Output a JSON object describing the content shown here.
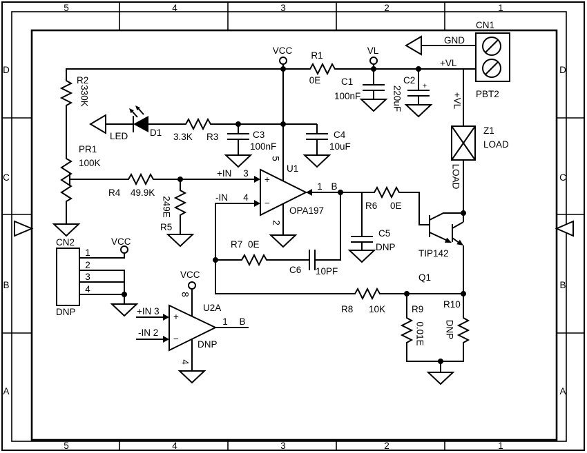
{
  "frame": {
    "columns": [
      "5",
      "4",
      "3",
      "2",
      "1"
    ],
    "rows": [
      "D",
      "C",
      "B",
      "A"
    ]
  },
  "nets": {
    "vcc": "VCC",
    "vl": "VL",
    "gnd": "GND",
    "plus_vl": "+VL",
    "b": "B",
    "led": "LED",
    "load": "LOAD",
    "plus_in": "+IN",
    "minus_in": "-IN",
    "plus_in3": "+IN 3",
    "minus_in2": "-IN 2"
  },
  "sym": {
    "plus": "+",
    "minus": "−"
  },
  "components": {
    "r1": {
      "ref": "R1",
      "value": "0E"
    },
    "r2": {
      "ref": "R2",
      "value": "330K"
    },
    "r3": {
      "ref": "R3",
      "value": "3.3K"
    },
    "r4": {
      "ref": "R4",
      "value": "49.9K"
    },
    "r5": {
      "ref": "R5",
      "value": "249E"
    },
    "r6": {
      "ref": "R6",
      "value": "0E"
    },
    "r7": {
      "ref": "R7",
      "value": "0E"
    },
    "r8": {
      "ref": "R8",
      "value": "10K"
    },
    "r9": {
      "ref": "R9",
      "value": "0.01E"
    },
    "r10": {
      "ref": "R10",
      "value": "DNP"
    },
    "pr1": {
      "ref": "PR1",
      "value": "100K"
    },
    "c1": {
      "ref": "C1",
      "value": "100nF"
    },
    "c2": {
      "ref": "C2",
      "value": "220uF",
      "polarity": "+"
    },
    "c3": {
      "ref": "C3",
      "value": "100nF"
    },
    "c4": {
      "ref": "C4",
      "value": "10uF"
    },
    "c5": {
      "ref": "C5",
      "value": "DNP"
    },
    "c6": {
      "ref": "C6",
      "value": "10PF"
    },
    "d1": {
      "ref": "D1"
    },
    "z1": {
      "ref": "Z1",
      "value": "LOAD"
    },
    "q1": {
      "ref": "Q1",
      "device": "TIP142"
    },
    "u1": {
      "ref": "U1",
      "device": "OPA197",
      "pin_out": "1",
      "pin_gnd": "2",
      "pin_pos": "3",
      "pin_neg": "4",
      "pin_vcc": "5"
    },
    "u2a": {
      "ref": "U2A",
      "note": "DNP",
      "pin_out": "1",
      "pin_gnd": "4",
      "pin_vcc": "8"
    },
    "cn1": {
      "ref": "CN1",
      "device": "PBT2"
    },
    "cn2": {
      "ref": "CN2",
      "note": "DNP",
      "pin1": "1",
      "pin2": "2",
      "pin3": "3",
      "pin4": "4"
    }
  }
}
